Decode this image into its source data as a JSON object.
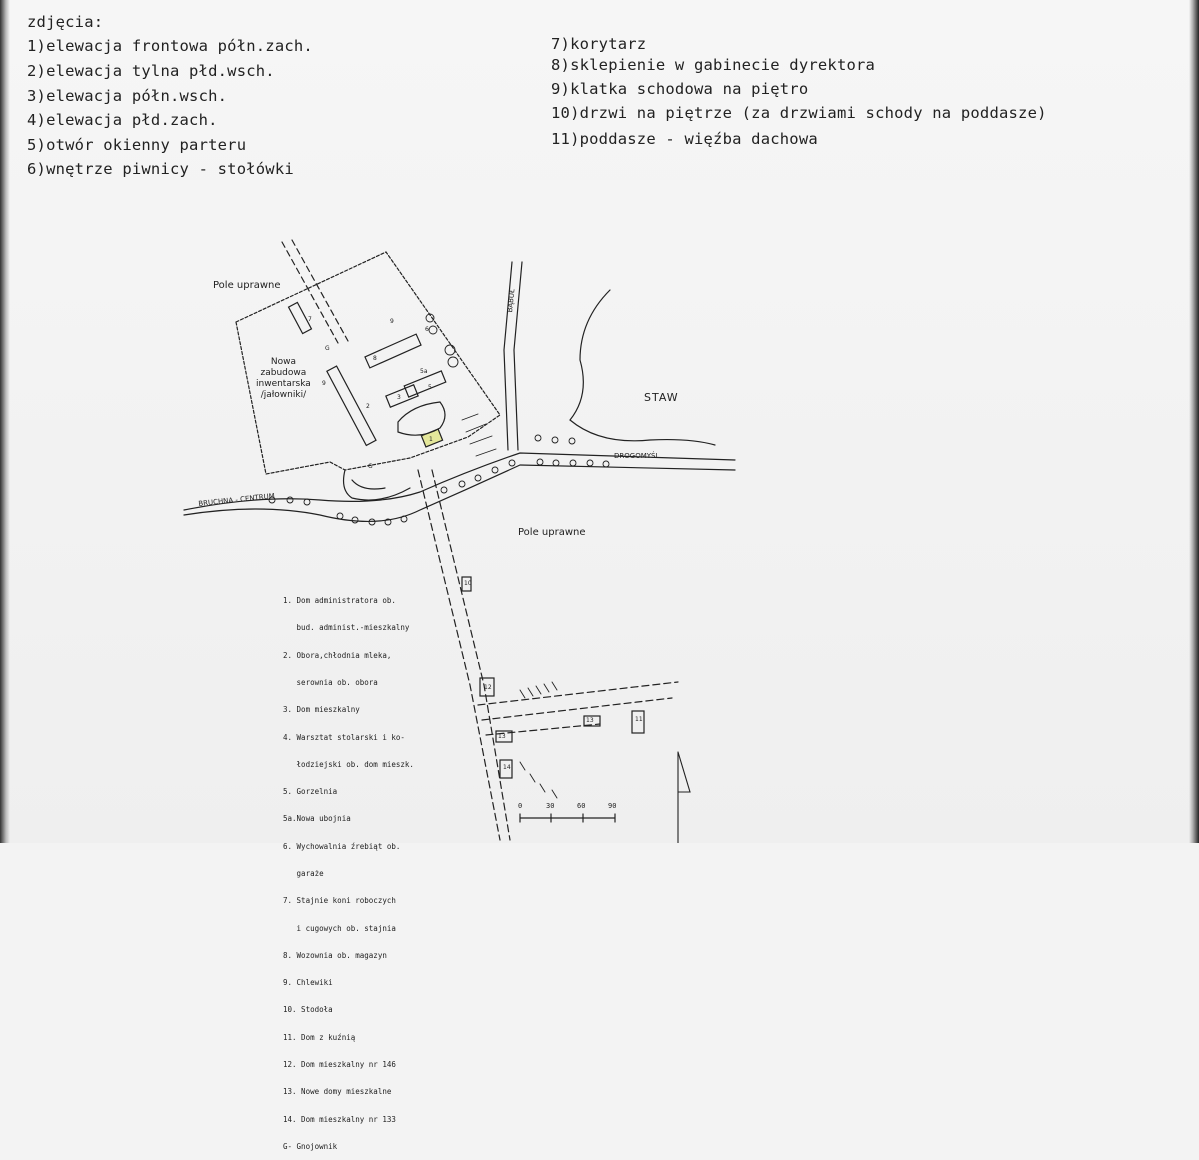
{
  "heading": "zdjęcia:",
  "photo_list_left": [
    "1)elewacja frontowa półn.zach.",
    "2)elewacja tylna płd.wsch.",
    "3)elewacja półn.wsch.",
    "4)elewacja płd.zach.",
    "5)otwór okienny parteru",
    "6)wnętrze piwnicy - stołówki"
  ],
  "photo_list_right": [
    "7)korytarz",
    "8)sklepienie w gabinecie dyrektora",
    "9)klatka schodowa na piętro",
    "10)drzwi na piętrze (za drzwiami schody na poddasze)",
    "11)poddasze - więźba dachowa"
  ],
  "map_labels": {
    "field_nw": "Pole uprawne",
    "field_s": "Pole uprawne",
    "new_buildings": [
      "Nowa",
      "zabudowa",
      "inwentarska",
      "/jałowniki/"
    ],
    "pond": "STAW",
    "road_w": "BRUCHNA - CENTRUM",
    "road_e": "DROGOMYŚL",
    "road_n": "BĄBUŁ"
  },
  "building_numbers": [
    "1",
    "2",
    "3",
    "4",
    "5",
    "5a",
    "6",
    "7",
    "8",
    "9",
    "10",
    "11",
    "12",
    "13",
    "13",
    "13",
    "14",
    "G",
    "G"
  ],
  "legend": [
    "1. Dom administratora ob.",
    "   bud. administ.-mieszkalny",
    "2. Obora,chłodnia mleka,",
    "   serownia ob. obora",
    "3. Dom mieszkalny",
    "4. Warsztat stolarski i ko-",
    "   łodziejski ob. dom mieszk.",
    "5. Gorzelnia",
    "5a.Nowa ubojnia",
    "6. Wychowalnia źrebiąt ob.",
    "   garaże",
    "7. Stajnie koni roboczych",
    "   i cugowych ob. stajnia",
    "8. Wozownia ob. magazyn",
    "9. Chlewiki",
    "10. Stodoła",
    "11. Dom z kuźnią",
    "12. Dom mieszkalny nr 146",
    "13. Nowe domy mieszkalne",
    "14. Dom mieszkalny nr 133",
    "G- Gnojownik"
  ],
  "scale_ticks": [
    "0",
    "30",
    "60",
    "90"
  ],
  "colors": {
    "ink": "#222222",
    "paper": "#f3f3f3",
    "highlight": "#e4e79a"
  }
}
